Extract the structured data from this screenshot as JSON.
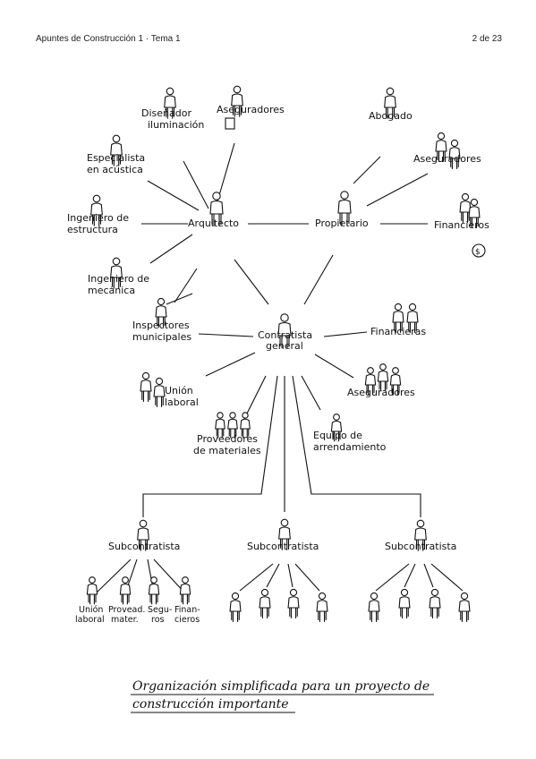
{
  "header": {
    "left": "Apuntes de Construcción 1 · Tema 1",
    "right": "2 de 23"
  },
  "nodes": {
    "arquitecto": "Arquitecto",
    "propietario": "Propietario",
    "contratista": [
      "Contratista",
      "general"
    ],
    "disenador": [
      "Diseñador",
      "iluminación"
    ],
    "aseguradores_arq": "Aseguradores",
    "especialista": [
      "Especialista",
      "en acústica"
    ],
    "ing_estructura": [
      "Ingeniero de",
      "estructura"
    ],
    "ing_mecanica": [
      "Ingeniero de",
      "mecánica"
    ],
    "abogado": "Abogado",
    "aseguradores_prop": "Aseguradores",
    "financieros_prop": "Financieros",
    "inspectores": [
      "Inspectores",
      "municipales"
    ],
    "union_laboral": [
      "Unión",
      "laboral"
    ],
    "proveedores": [
      "Proveedores",
      "de materiales"
    ],
    "equipo": [
      "Equipo de",
      "arrendamiento"
    ],
    "aseguradores_cg": "Aseguradores",
    "financieras_cg": "Financieras",
    "subcontratista_1": "Subcontratista",
    "subcontratista_2": "Subcontratista",
    "subcontratista_3": "Subcontratista",
    "sub_union": [
      "Unión",
      "laboral"
    ],
    "sub_provead": [
      "Provead.",
      "mater."
    ],
    "sub_seguros": [
      "Segu-",
      "ros"
    ],
    "sub_finan": [
      "Finan-",
      "cieros"
    ]
  },
  "caption": {
    "line1": "Organización simplificada para un proyecto de",
    "line2": "construcción importante"
  }
}
